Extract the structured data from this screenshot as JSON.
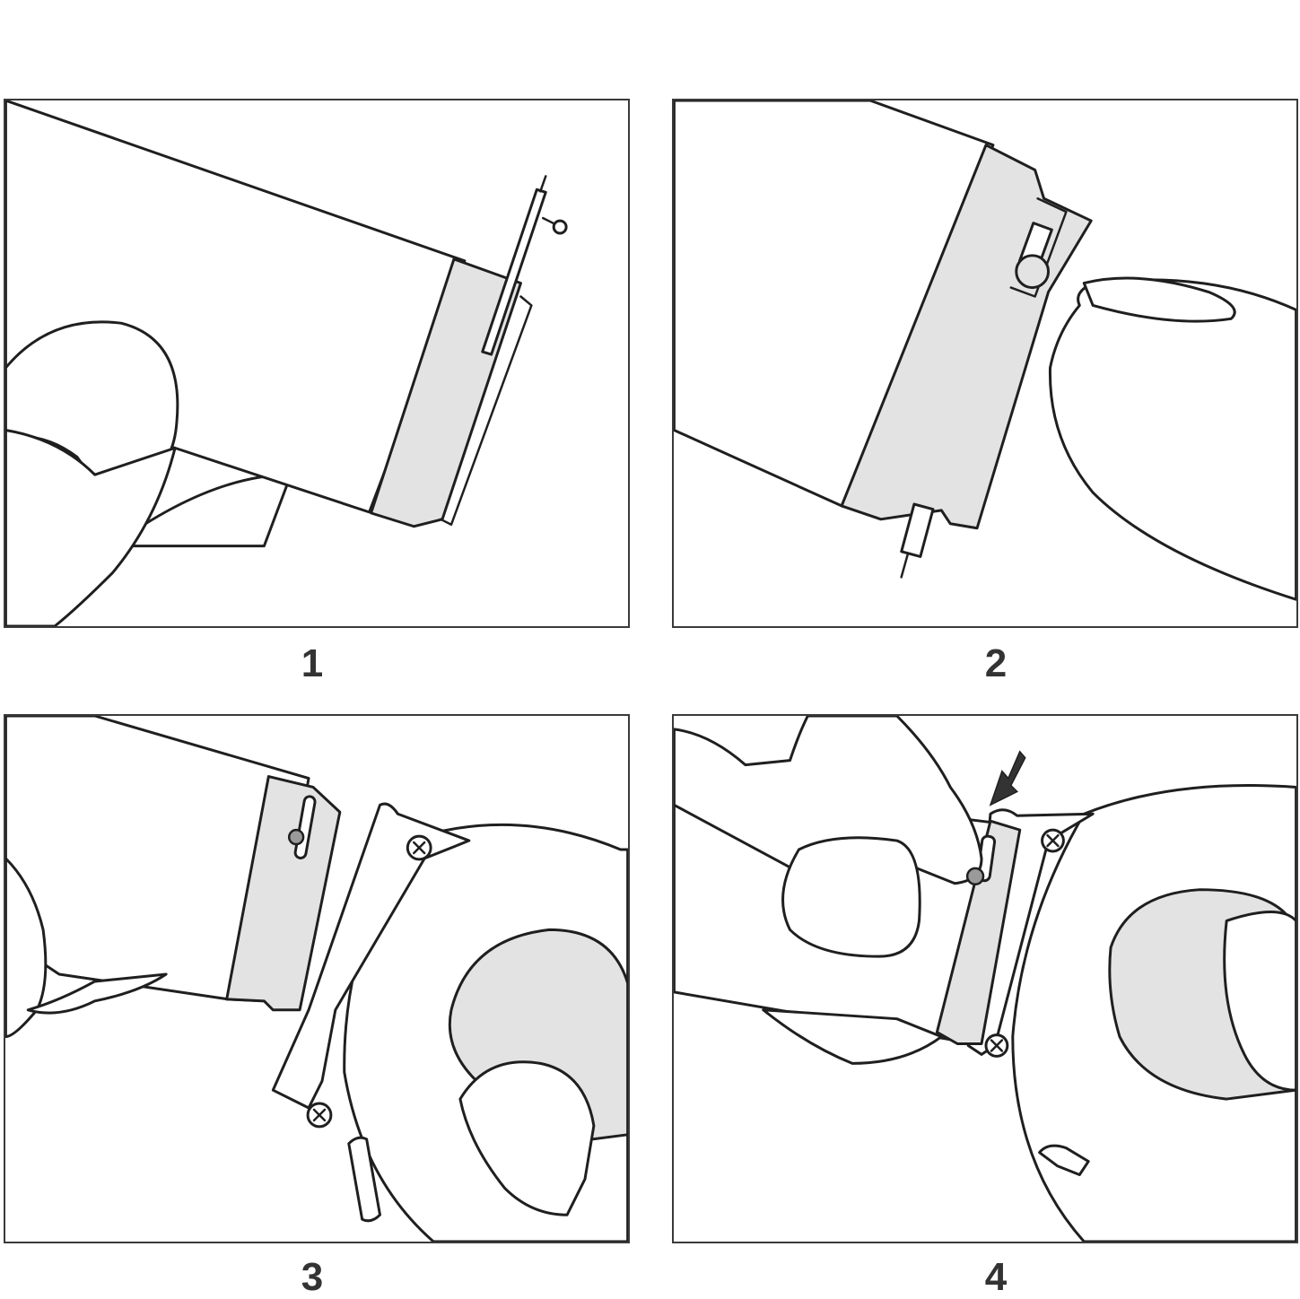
{
  "steps": [
    {
      "number": "1",
      "depicts": "watch-strap-end-with-quick-release-spring-bar"
    },
    {
      "number": "2",
      "depicts": "finger-pulling-quick-release-pin"
    },
    {
      "number": "3",
      "depicts": "strap-aligned-to-watch-lug"
    },
    {
      "number": "4",
      "depicts": "pressing-pin-to-attach-strap"
    }
  ],
  "colors": {
    "line": "#1f1f1f",
    "fill_gray": "#e3e3e3",
    "border": "#3a3a3a",
    "label": "#333333"
  }
}
